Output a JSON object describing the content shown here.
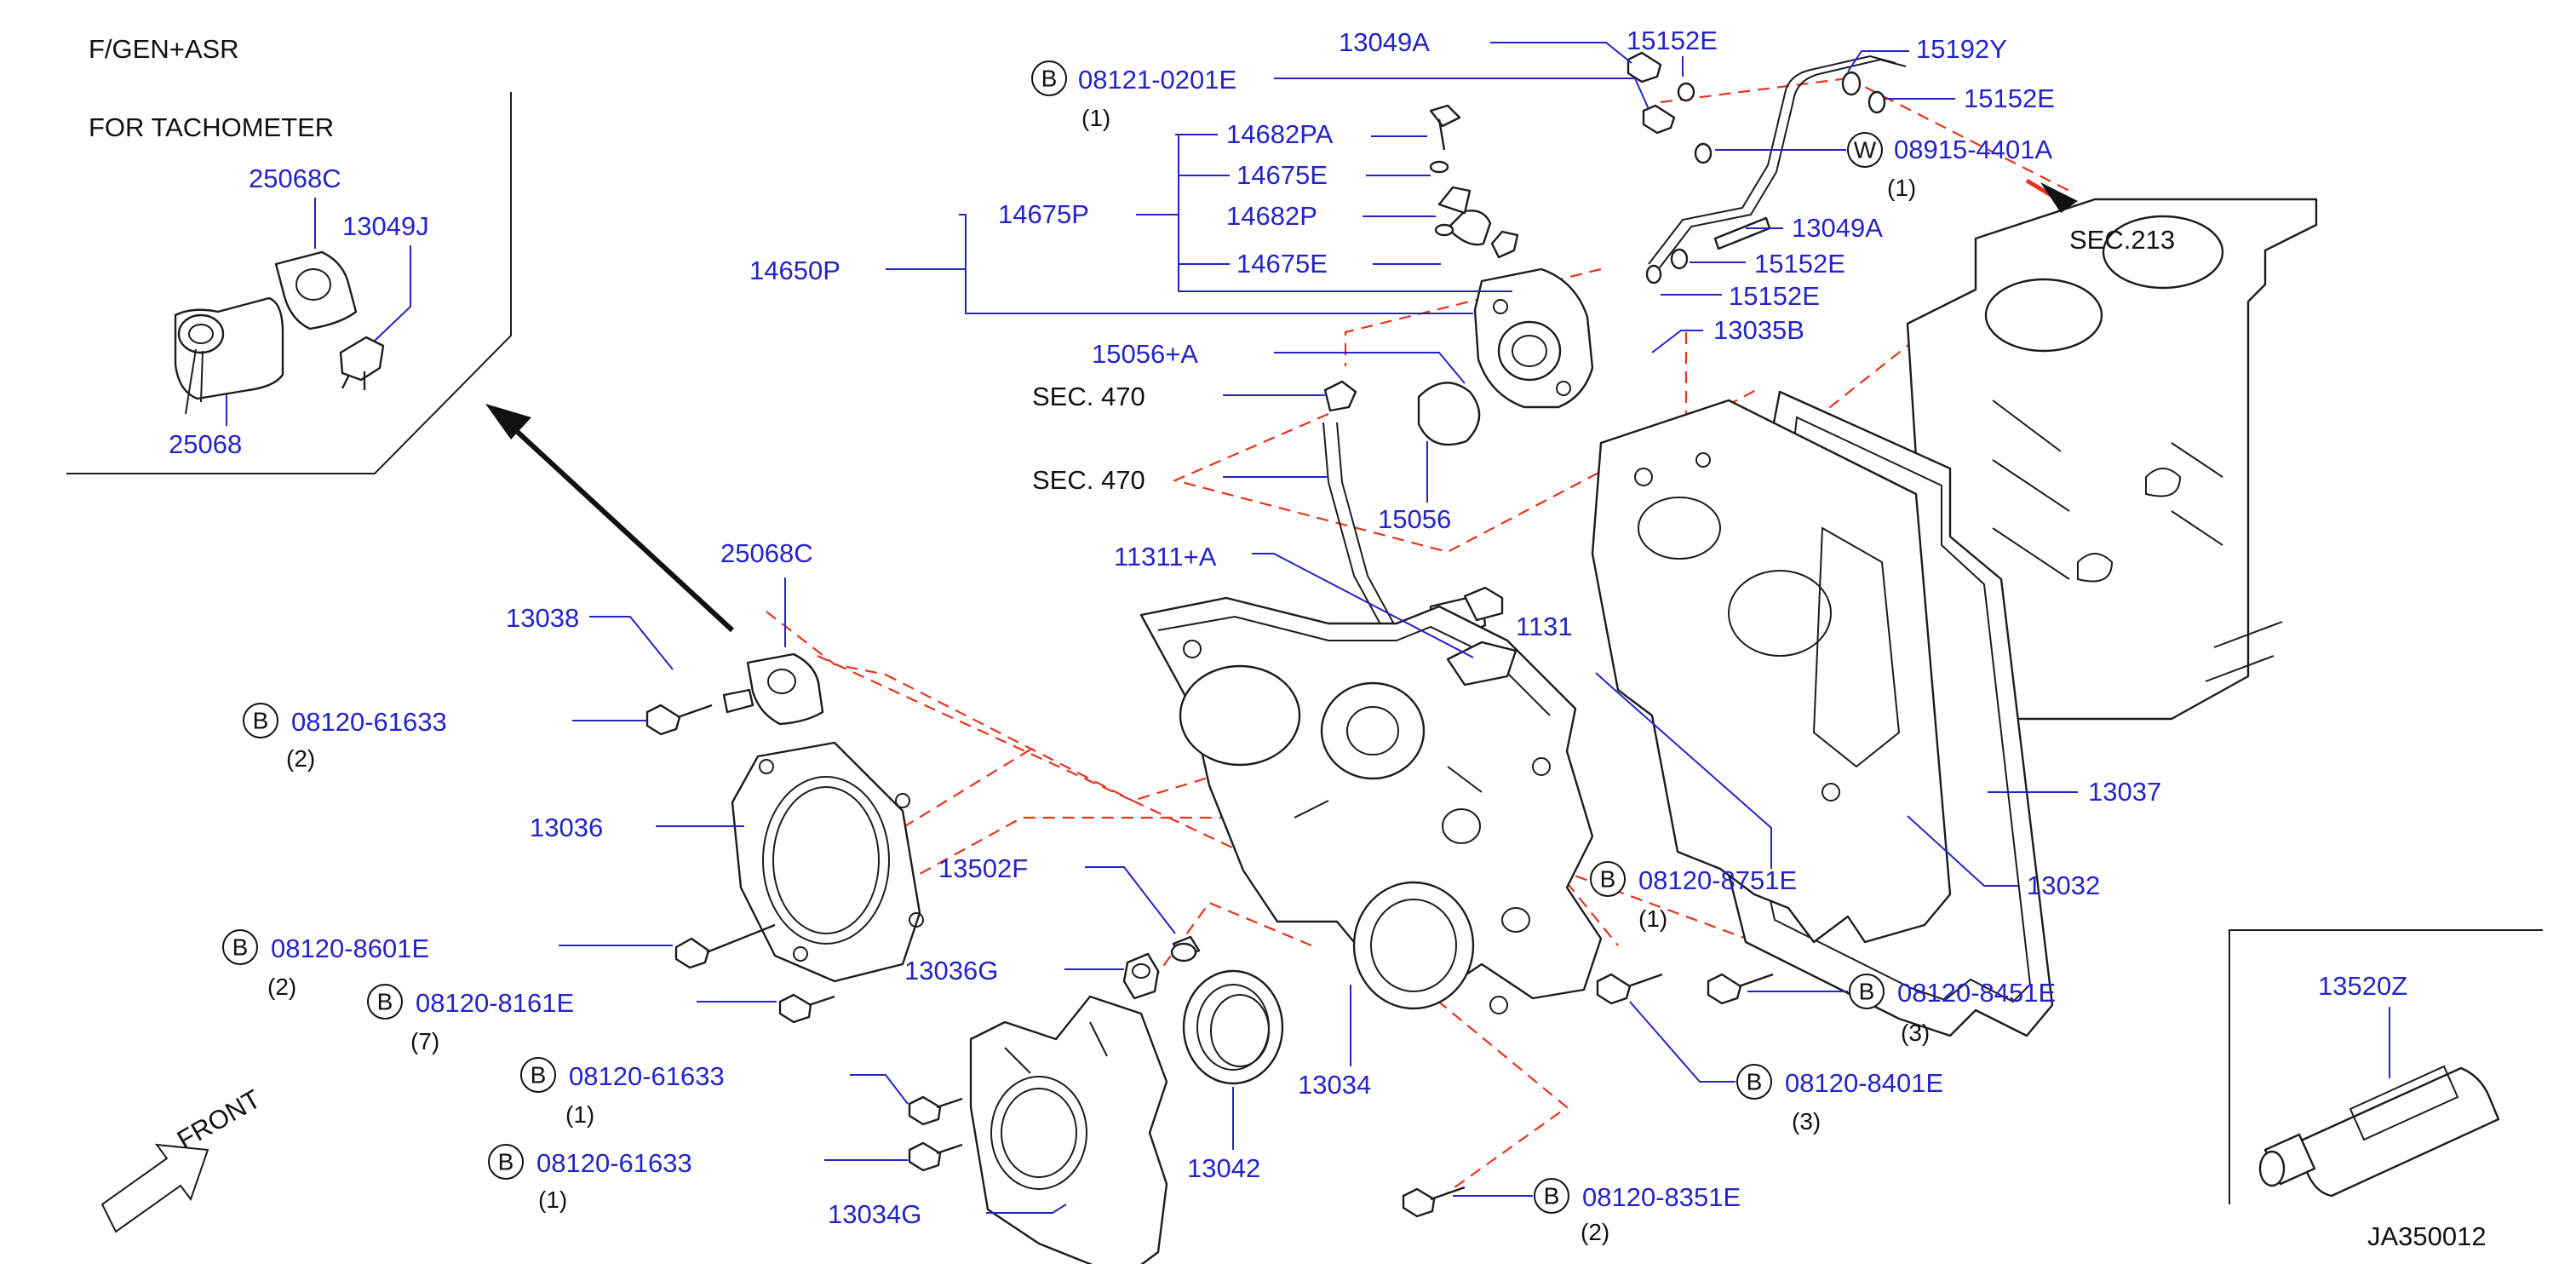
{
  "inset": {
    "title_line1": "F/GEN+ASR",
    "title_line2": "FOR  TACHOMETER",
    "labels": [
      "25068C",
      "13049J",
      "25068"
    ]
  },
  "callouts": [
    {
      "prefix": "B",
      "part": "08121-0201E",
      "qty": "(1)"
    },
    {
      "prefix": "W",
      "part": "08915-4401A",
      "qty": "(1)"
    },
    {
      "prefix": "B",
      "part": "08120-61633",
      "qty": "(2)"
    },
    {
      "prefix": "B",
      "part": "08120-8601E",
      "qty": "(2)"
    },
    {
      "prefix": "B",
      "part": "08120-8161E",
      "qty": "(7)"
    },
    {
      "prefix": "B",
      "part": "08120-61633",
      "qty": "(1)"
    },
    {
      "prefix": "B",
      "part": "08120-61633",
      "qty": "(1)"
    },
    {
      "prefix": "B",
      "part": "08120-8751E",
      "qty": "(1)"
    },
    {
      "prefix": "B",
      "part": "08120-8451E",
      "qty": "(3)"
    },
    {
      "prefix": "B",
      "part": "08120-8401E",
      "qty": "(3)"
    },
    {
      "prefix": "B",
      "part": "08120-8351E",
      "qty": "(2)"
    }
  ],
  "labels": {
    "p13049A_top": "13049A",
    "p15152E_1": "15152E",
    "p15192Y": "15192Y",
    "p15152E_2": "15152E",
    "p14682PA": "14682PA",
    "p14675E_1": "14675E",
    "p14675P": "14675P",
    "p14682P": "14682P",
    "p14650P": "14650P",
    "p14675E_2": "14675E",
    "p13049A_mid": "13049A",
    "p15152E_3": "15152E",
    "p15152E_4": "15152E",
    "p13035B": "13035B",
    "p15056A": "15056+A",
    "p15056": "15056",
    "p11311A": "11311+A",
    "p1131": "1131",
    "p25068C": "25068C",
    "p13038": "13038",
    "p13036": "13036",
    "p13502F": "13502F",
    "p13036G": "13036G",
    "p13034G": "13034G",
    "p13042": "13042",
    "p13034": "13034",
    "p13037": "13037",
    "p13032": "13032",
    "p13520Z": "13520Z"
  },
  "sec": {
    "sec470_a": "SEC.  470",
    "sec470_b": "SEC.  470",
    "sec213": "SEC.213"
  },
  "front_label": "FRONT",
  "drawing_code": "JA350012",
  "colors": {
    "part_number": "#2323c8",
    "dashed_assembly_line": "#e8321e",
    "linework": "#1c1c1c"
  }
}
